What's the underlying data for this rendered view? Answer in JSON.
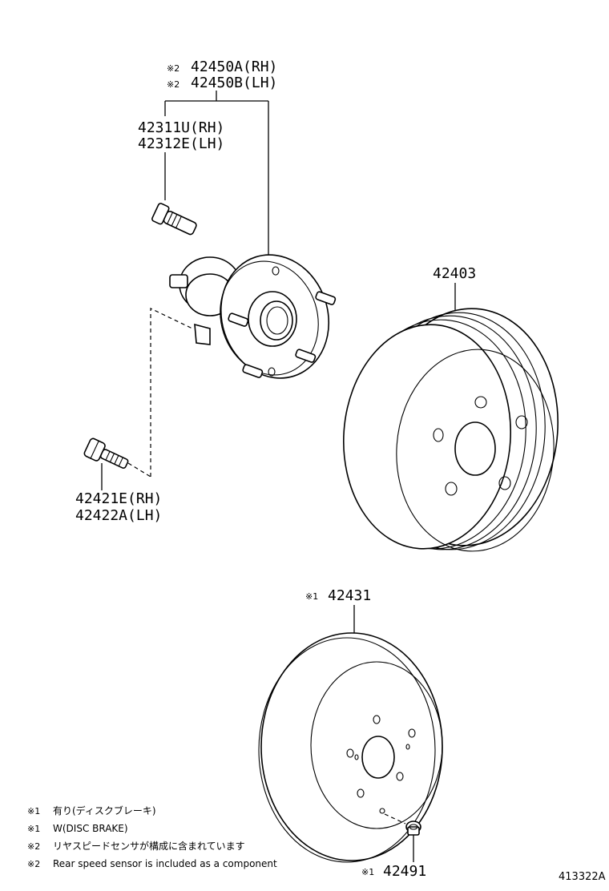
{
  "callouts": {
    "hub_marker_1": "※2",
    "hub_rh": "42450A(RH)",
    "hub_marker_2": "※2",
    "hub_lh": "42450B(LH)",
    "stud_rh": "42311U(RH)",
    "stud_lh": "42312E(LH)",
    "bolt_rh": "42421E(RH)",
    "bolt_lh": "42422A(LH)",
    "drum": "42403",
    "disc_marker": "※1",
    "disc": "42431",
    "plug_marker": "※1",
    "plug": "42491"
  },
  "notes": [
    {
      "marker": "※1",
      "text": "有り(ディスクブレーキ)"
    },
    {
      "marker": "※1",
      "text": "W(DISC BRAKE)"
    },
    {
      "marker": "※2",
      "text": "リヤスピードセンサが構成に含まれています"
    },
    {
      "marker": "※2",
      "text": "Rear speed sensor is included as a component"
    }
  ],
  "diagram_id": "413322A"
}
